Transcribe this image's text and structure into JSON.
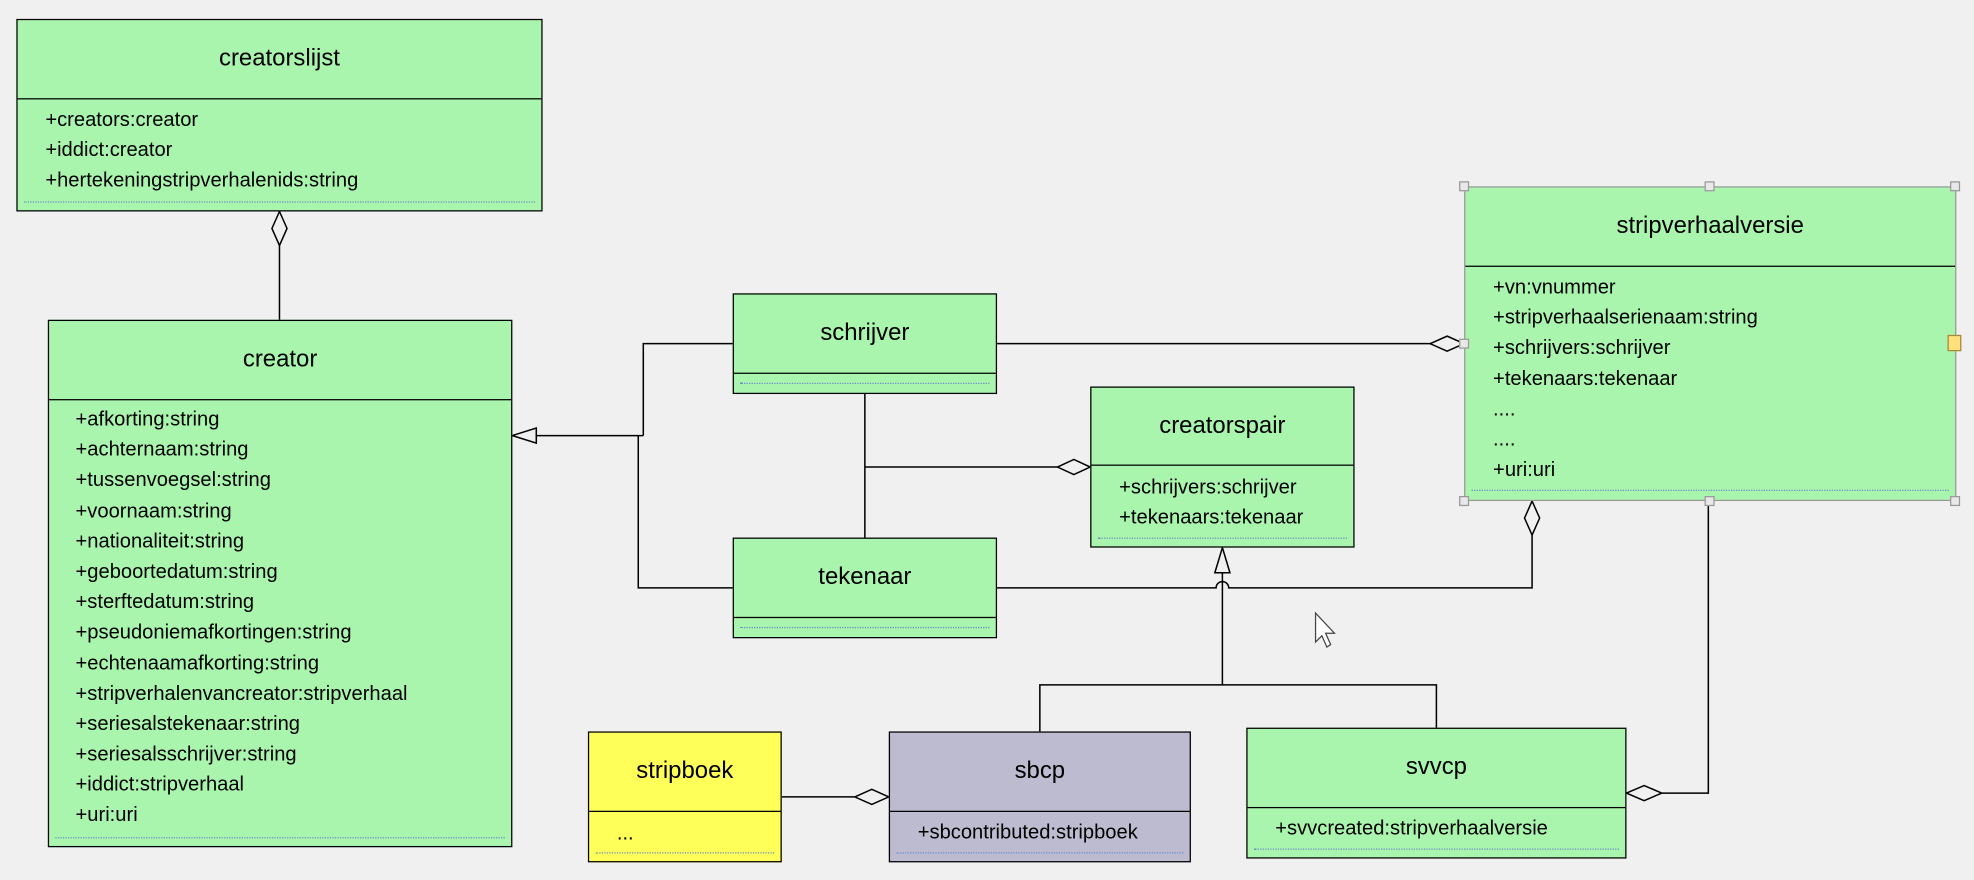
{
  "classes": {
    "creatorslijst": {
      "name": "creatorslijst",
      "attributes": [
        "+creators:creator",
        "+iddict:creator",
        "+hertekeningstripverhalenids:string"
      ]
    },
    "creator": {
      "name": "creator",
      "attributes": [
        "+afkorting:string",
        "+achternaam:string",
        "+tussenvoegsel:string",
        "+voornaam:string",
        "+nationaliteit:string",
        "+geboortedatum:string",
        "+sterftedatum:string",
        "+pseudoniemafkortingen:string",
        "+echtenaamafkorting:string",
        "+stripverhalenvancreator:stripverhaal",
        "+seriesalstekenaar:string",
        "+seriesalsschrijver:string",
        "+iddict:stripverhaal",
        "+uri:uri"
      ]
    },
    "schrijver": {
      "name": "schrijver",
      "attributes": []
    },
    "tekenaar": {
      "name": "tekenaar",
      "attributes": []
    },
    "creatorspair": {
      "name": "creatorspair",
      "attributes": [
        "+schrijvers:schrijver",
        "+tekenaars:tekenaar"
      ]
    },
    "stripverhaalversie": {
      "name": "stripverhaalversie",
      "attributes": [
        "+vn:vnummer",
        "+stripverhaalserienaam:string",
        "+schrijvers:schrijver",
        "+tekenaars:tekenaar",
        "....",
        "....",
        "+uri:uri"
      ]
    },
    "stripboek": {
      "name": "stripboek",
      "attributes": [
        "..."
      ]
    },
    "sbcp": {
      "name": "sbcp",
      "attributes": [
        "+sbcontributed:stripboek"
      ]
    },
    "svvcp": {
      "name": "svvcp",
      "attributes": [
        "+svvcreated:stripverhaalversie"
      ]
    }
  },
  "colors": {
    "class_fill": "#aaf5ad",
    "stripboek_fill": "#ffff5a",
    "sbcp_fill": "#bcbbd0",
    "background": "#f0f0f0"
  }
}
